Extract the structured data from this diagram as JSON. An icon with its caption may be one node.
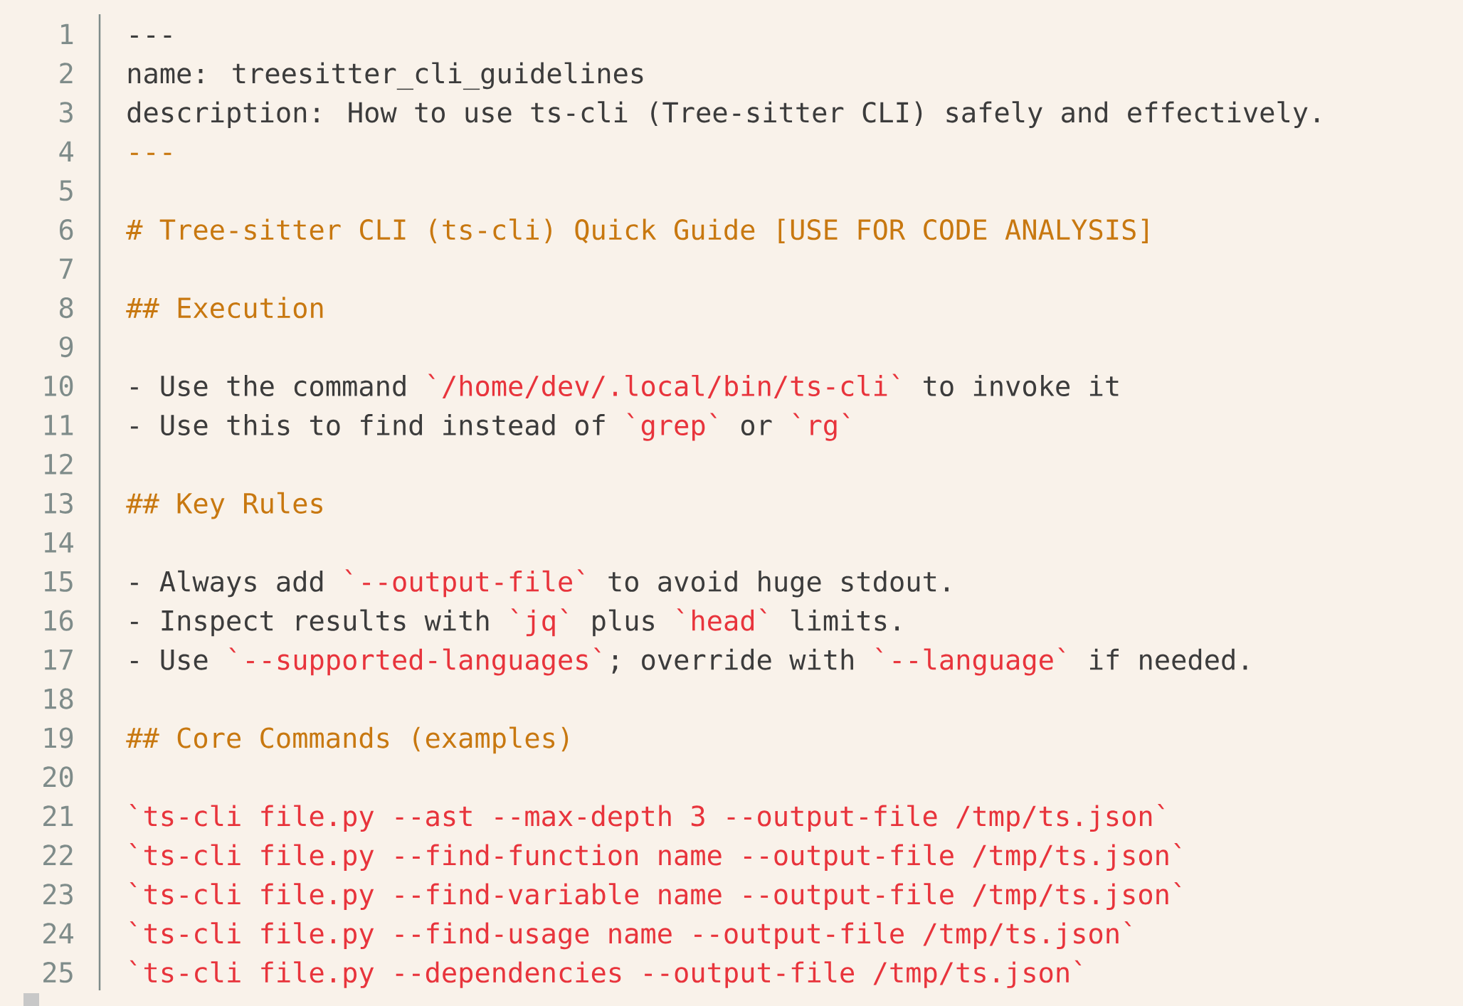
{
  "diagram": {
    "labels": [
      "1",
      "---",
      "2",
      "name: treesitter_cli_guidelines",
      "3",
      "description: How to use ts-cli (Tree-sitter CLI) safely and effectively.",
      "4",
      "---",
      "5",
      "6",
      "# Tree-sitter CLI (ts-cli) Quick Guide [USE FOR CODE ANALYSIS]",
      "7",
      "8",
      "## Execution",
      "9",
      "10",
      "- Use the command",
      "`/home/dev/.local/bin/ts-cli`",
      "to invoke it",
      "11",
      "- Use this to find instead of",
      "`grep`",
      "or",
      "`rg`",
      "12",
      "13",
      "## Key Rules",
      "14",
      "15",
      "- Always add",
      "`--output-file`",
      "to avoid huge stdout.",
      "16",
      "- Inspect results with",
      "`jq`",
      "plus",
      "`head`",
      "limits.",
      "17",
      "- Use",
      "`--supported-languages`",
      "; override with",
      "`--language`",
      "if needed.",
      "18",
      "19",
      "## Core Commands (examples)",
      "20",
      "21",
      "`ts-cli file.py --ast --max-depth 3 --output-file /tmp/ts.json`",
      "22",
      "`ts-cli file.py --find-function name --output-file /tmp/ts.json`",
      "23",
      "`ts-cli file.py --find-variable name --output-file /tmp/ts.json`",
      "24",
      "`ts-cli file.py --find-usage name --output-file /tmp/ts.json`",
      "25",
      "`ts-cli file.py --dependencies --output-file /tmp/ts.json`"
    ]
  }
}
